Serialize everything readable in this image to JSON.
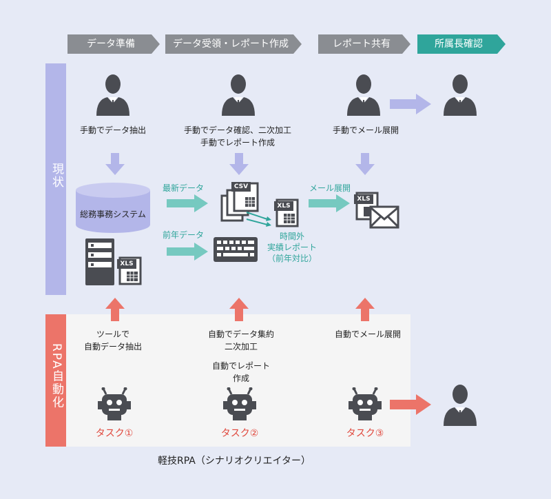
{
  "stages": [
    "データ準備",
    "データ受領・レポート作成",
    "レポート共有",
    "所属長確認"
  ],
  "rows": {
    "current": "現状",
    "rpa": "RPA自動化"
  },
  "current": {
    "step1": "手動でデータ抽出",
    "step2_line1": "手動でデータ確認、二次加工",
    "step2_line2": "手動でレポート作成",
    "step3": "手動でメール展開",
    "system": "総務事務システム",
    "latest_data": "最新データ",
    "prev_data": "前年データ",
    "mail_deploy": "メール展開",
    "report_line1": "時間外",
    "report_line2": "実績レポート",
    "report_line3": "（前年対比）",
    "csv": "CSV",
    "xls": "XLS"
  },
  "rpa": {
    "task1_line1": "ツールで",
    "task1_line2": "自動データ抽出",
    "task2_line1": "自動でデータ集約",
    "task2_line2": "二次加工",
    "task2b_line1": "自動でレポート",
    "task2b_line2": "作成",
    "task3": "自動でメール展開",
    "task1_label": "タスク①",
    "task2_label": "タスク②",
    "task3_label": "タスク③"
  },
  "footer": "軽技RPA（シナリオクリエイター）",
  "colors": {
    "gray_chevron": "#8a8d92",
    "teal": "#2fa59b",
    "lavender": "#b3b6e9",
    "red": "#ec7469",
    "dark_icon": "#4a4c52"
  }
}
